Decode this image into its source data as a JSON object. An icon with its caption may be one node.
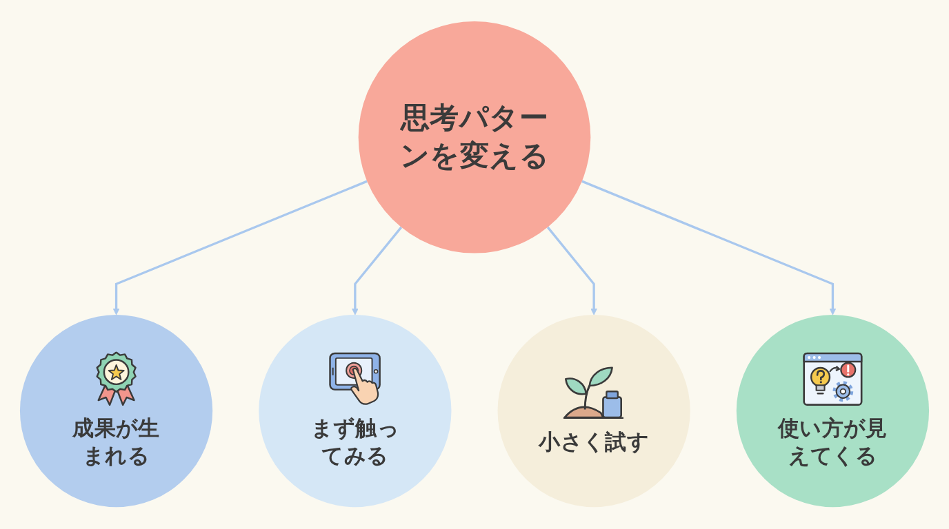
{
  "diagram": {
    "nodes": [
      {
        "text": [
          "成果が生まれる"
        ]
      },
      {
        "text": [
          "まず触ってみる"
        ]
      },
      {
        "text": [
          "思考パターンを変える"
        ]
      },
      {
        "text": [
          "小さく試す"
        ]
      },
      {
        "text": [
          "使い方が見えてくる"
        ]
      }
    ],
    "edges": [
      {
        "from": 2,
        "to": 0,
        "arrow": "to"
      },
      {
        "from": 2,
        "to": 1,
        "arrow": "to"
      },
      {
        "from": 2,
        "to": 3,
        "arrow": "to"
      },
      {
        "from": 2,
        "to": 4,
        "arrow": "to"
      }
    ]
  }
}
